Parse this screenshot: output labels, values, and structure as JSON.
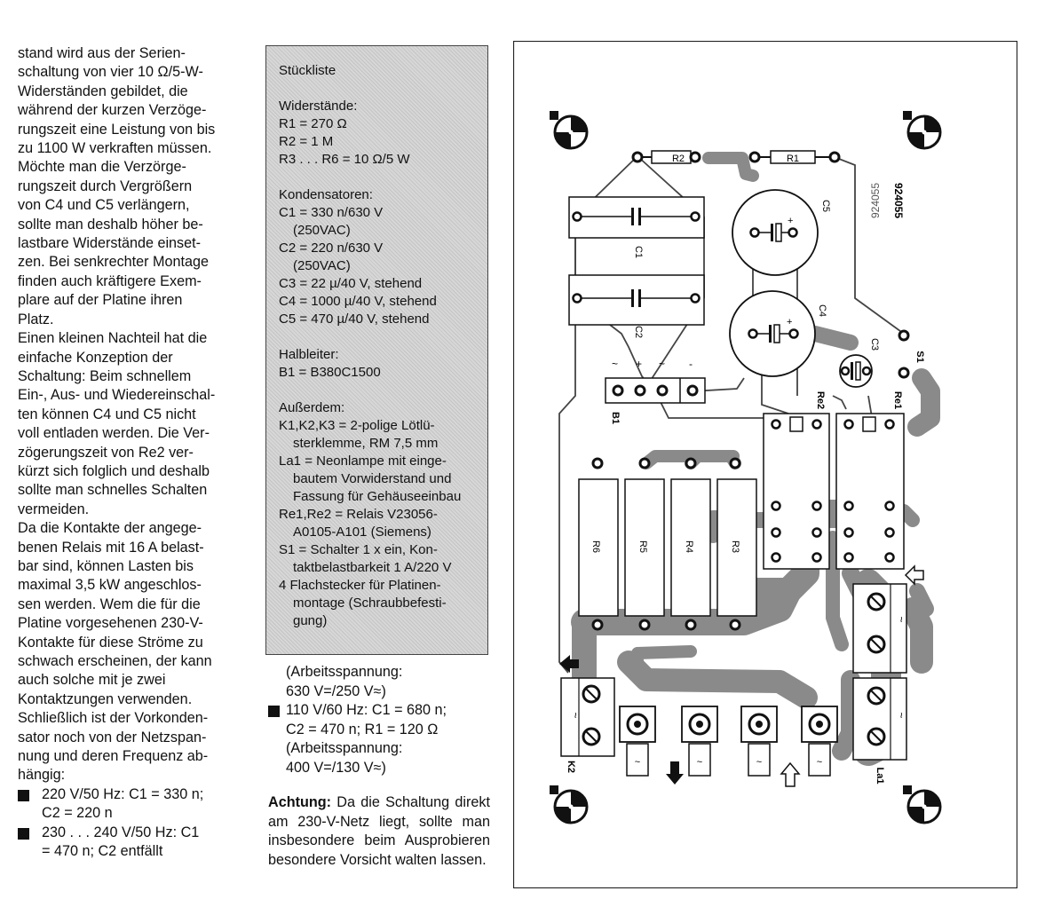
{
  "left_column": {
    "paragraph1": [
      "stand wird aus der Serien-",
      "schaltung von vier 10 Ω/5-W-",
      "Widerständen gebildet, die",
      "während der kurzen Verzöge-",
      "rungszeit eine Leistung von bis",
      "zu 1100 W verkraften müssen.",
      "Möchte man die Verzörge-",
      "rungszeit durch Vergrößern",
      "von C4 und C5 verlängern,",
      "sollte man deshalb höher be-",
      "lastbare Widerstände einset-",
      "zen. Bei senkrechter Montage",
      "finden auch kräftigere Exem-",
      "plare auf der Platine ihren",
      "Platz."
    ],
    "paragraph2": [
      "Einen kleinen Nachteil hat die",
      "einfache Konzeption der",
      "Schaltung: Beim schnellem",
      "Ein-, Aus- und Wiedereinschal-",
      "ten können C4 und C5 nicht",
      "voll entladen werden. Die Ver-",
      "zögerungszeit von Re2 ver-",
      "kürzt sich folglich und deshalb",
      "sollte man schnelles Schalten",
      "vermeiden."
    ],
    "paragraph3": [
      "Da die Kontakte der angege-",
      "benen Relais mit 16 A belast-",
      "bar sind, können Lasten bis",
      "maximal 3,5 kW angeschlos-",
      "sen werden. Wem die für die",
      "Platine vorgesehenen 230-V-",
      "Kontakte für diese Ströme zu",
      "schwach erscheinen, der kann",
      "auch solche mit je zwei",
      "Kontaktzungen verwenden.",
      "Schließlich ist der Vorkonden-",
      "sator noch von der Netzspan-",
      "nung und deren Frequenz ab-",
      "hängig:"
    ],
    "list_item1": [
      "220 V/50 Hz: C1 = 330 n;",
      "C2 = 220 n"
    ],
    "list_item2": [
      "230 . . . 240 V/50 Hz: C1",
      "= 470 n; C2 entfällt"
    ]
  },
  "parts_list": {
    "title": "Stückliste",
    "resistors_header": "Widerstände:",
    "resistors": [
      "R1 = 270 Ω",
      "R2 = 1 M",
      "R3 . . . R6 = 10 Ω/5 W"
    ],
    "capacitors_header": "Kondensatoren:",
    "capacitors": [
      {
        "main": "C1 = 330 n/630 V",
        "sub": "(250VAC)"
      },
      {
        "main": "C2 = 220 n/630 V",
        "sub": "(250VAC)"
      },
      {
        "main": "C3 = 22 µ/40 V, stehend"
      },
      {
        "main": "C4 = 1000 µ/40 V, stehend"
      },
      {
        "main": "C5 = 470 µ/40 V, stehend"
      }
    ],
    "semiconductors_header": "Halbleiter:",
    "semiconductors": [
      "B1 = B380C1500"
    ],
    "misc_header": "Außerdem:",
    "misc": [
      {
        "main": "K1,K2,K3 = 2-polige Lötlü-",
        "sub": [
          "sterklemme, RM 7,5 mm"
        ]
      },
      {
        "main": "La1 = Neonlampe mit einge-",
        "sub": [
          "bautem Vorwiderstand und",
          "Fassung für Gehäuseeinbau"
        ]
      },
      {
        "main": "Re1,Re2 = Relais V23056-",
        "sub": [
          "A0105-A101 (Siemens)"
        ]
      },
      {
        "main": "S1 = Schalter 1 x ein, Kon-",
        "sub": [
          "taktbelastbarkeit 1 A/220 V"
        ]
      },
      {
        "main": "4 Flachstecker für Platinen-",
        "sub": [
          "montage (Schraubbefesti-",
          "gung)"
        ]
      }
    ]
  },
  "middle_column": {
    "continuation": [
      "(Arbeitsspannung:",
      "630 V=/250 V≈)"
    ],
    "list_item3": [
      "110 V/60 Hz: C1 = 680 n;",
      "C2 = 470 n; R1 = 120 Ω"
    ],
    "continuation2": [
      "(Arbeitsspannung:",
      "400 V=/130 V≈)"
    ],
    "warning_label": "Achtung:",
    "warning_text": " Da die Schaltung direkt am 230-V-Netz liegt, sollte man insbesondere beim Ausprobieren besondere Vorsicht walten lassen."
  },
  "pcb": {
    "board_number": "924055",
    "board_number_mirror": "924055",
    "labels": {
      "r1": "R1",
      "r2": "R2",
      "r3": "R3",
      "r4": "R4",
      "r5": "R5",
      "r6": "R6",
      "c1": "C1",
      "c2": "C2",
      "c3": "C3",
      "c4": "C4",
      "c5": "C5",
      "b1": "B1",
      "re1": "Re1",
      "re2": "Re2",
      "s1": "S1",
      "k2": "K2",
      "la1": "La1",
      "plus": "+",
      "minus": "-",
      "tilde": "~"
    }
  }
}
